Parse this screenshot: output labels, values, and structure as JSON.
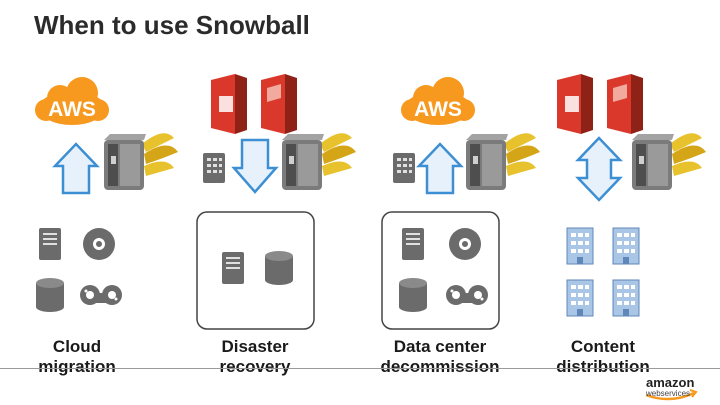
{
  "slide": {
    "title": "When to use Snowball"
  },
  "columns": [
    {
      "label": "Cloud\nmigration",
      "cloud_text": "AWS"
    },
    {
      "label": "Disaster\nrecovery"
    },
    {
      "label": "Data center\ndecommission",
      "cloud_text": "AWS"
    },
    {
      "label": "Content\ndistribution"
    }
  ],
  "footer": {
    "logo_main": "amazon",
    "logo_sub": "webservices"
  },
  "colors": {
    "aws_orange": "#f7981f",
    "s3_red": "#d9382b",
    "arrow_fill": "#e6f1fb",
    "arrow_stroke": "#3d8fd4",
    "device_gray": "#6b6b6b",
    "text_dark": "#2b2b2b"
  },
  "icons": [
    "aws-cloud-icon",
    "s3-bucket-icon",
    "snowball-device-icon",
    "server-icon",
    "database-icon",
    "disc-icon",
    "tape-icon",
    "office-building-icon",
    "arrow-up-icon",
    "arrow-down-icon",
    "arrow-bidirectional-icon"
  ]
}
